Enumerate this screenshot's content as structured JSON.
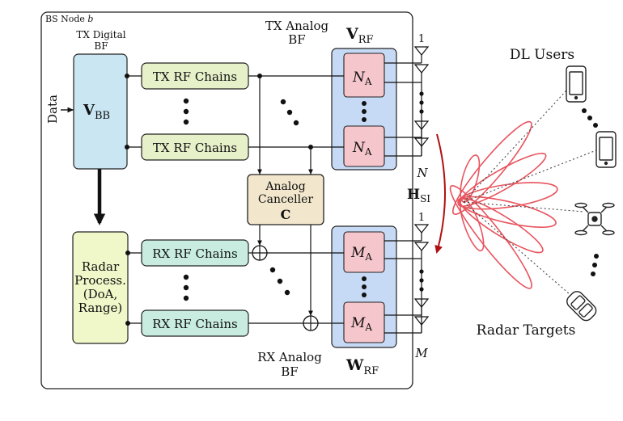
{
  "bs_node": {
    "label": "BS Node",
    "label_index": "b"
  },
  "tx_digital_bf": {
    "line1": "TX Digital",
    "line2": "BF"
  },
  "tx_analog_bf": {
    "line1": "TX Analog",
    "line2": "BF"
  },
  "rx_analog_bf": {
    "line1": "RX Analog",
    "line2": "BF"
  },
  "data_input": "Data",
  "vbb": {
    "main": "V",
    "sub": "BB"
  },
  "vrf": {
    "main": "V",
    "sub": "RF"
  },
  "wrf": {
    "main": "W",
    "sub": "RF"
  },
  "tx_rf_chains": [
    "TX RF Chains",
    "TX RF Chains"
  ],
  "rx_rf_chains": [
    "RX RF Chains",
    "RX RF Chains"
  ],
  "na": {
    "main": "N",
    "sub": "A"
  },
  "ma": {
    "main": "M",
    "sub": "A"
  },
  "canceller": {
    "line1": "Analog",
    "line2": "Canceller",
    "symbol": "C"
  },
  "radar_process": {
    "line1": "Radar",
    "line2": "Process.",
    "line3": "(DoA,",
    "line4": "Range)"
  },
  "antenna_labels": {
    "tx_first": "1",
    "tx_last": "N",
    "rx_first": "1",
    "rx_last": "M"
  },
  "hsi": {
    "main": "H",
    "sub": "SI"
  },
  "dl_users": "DL Users",
  "radar_targets": "Radar Targets",
  "icons": [
    "smartphone-icon",
    "smartphone-icon",
    "drone-icon",
    "car-icon"
  ],
  "colors": {
    "vbb_fill": "#c9e6f2",
    "vrf_fill": "#c7daf5",
    "rf_tx_fill": "#e6f0c9",
    "rf_rx_fill": "#c8ece0",
    "na_fill": "#f5c6cc",
    "canceller_fill": "#f2e6cc",
    "radar_fill": "#f0f7c8",
    "beam": "#e8545e",
    "hsi_arrow": "#b01010"
  }
}
